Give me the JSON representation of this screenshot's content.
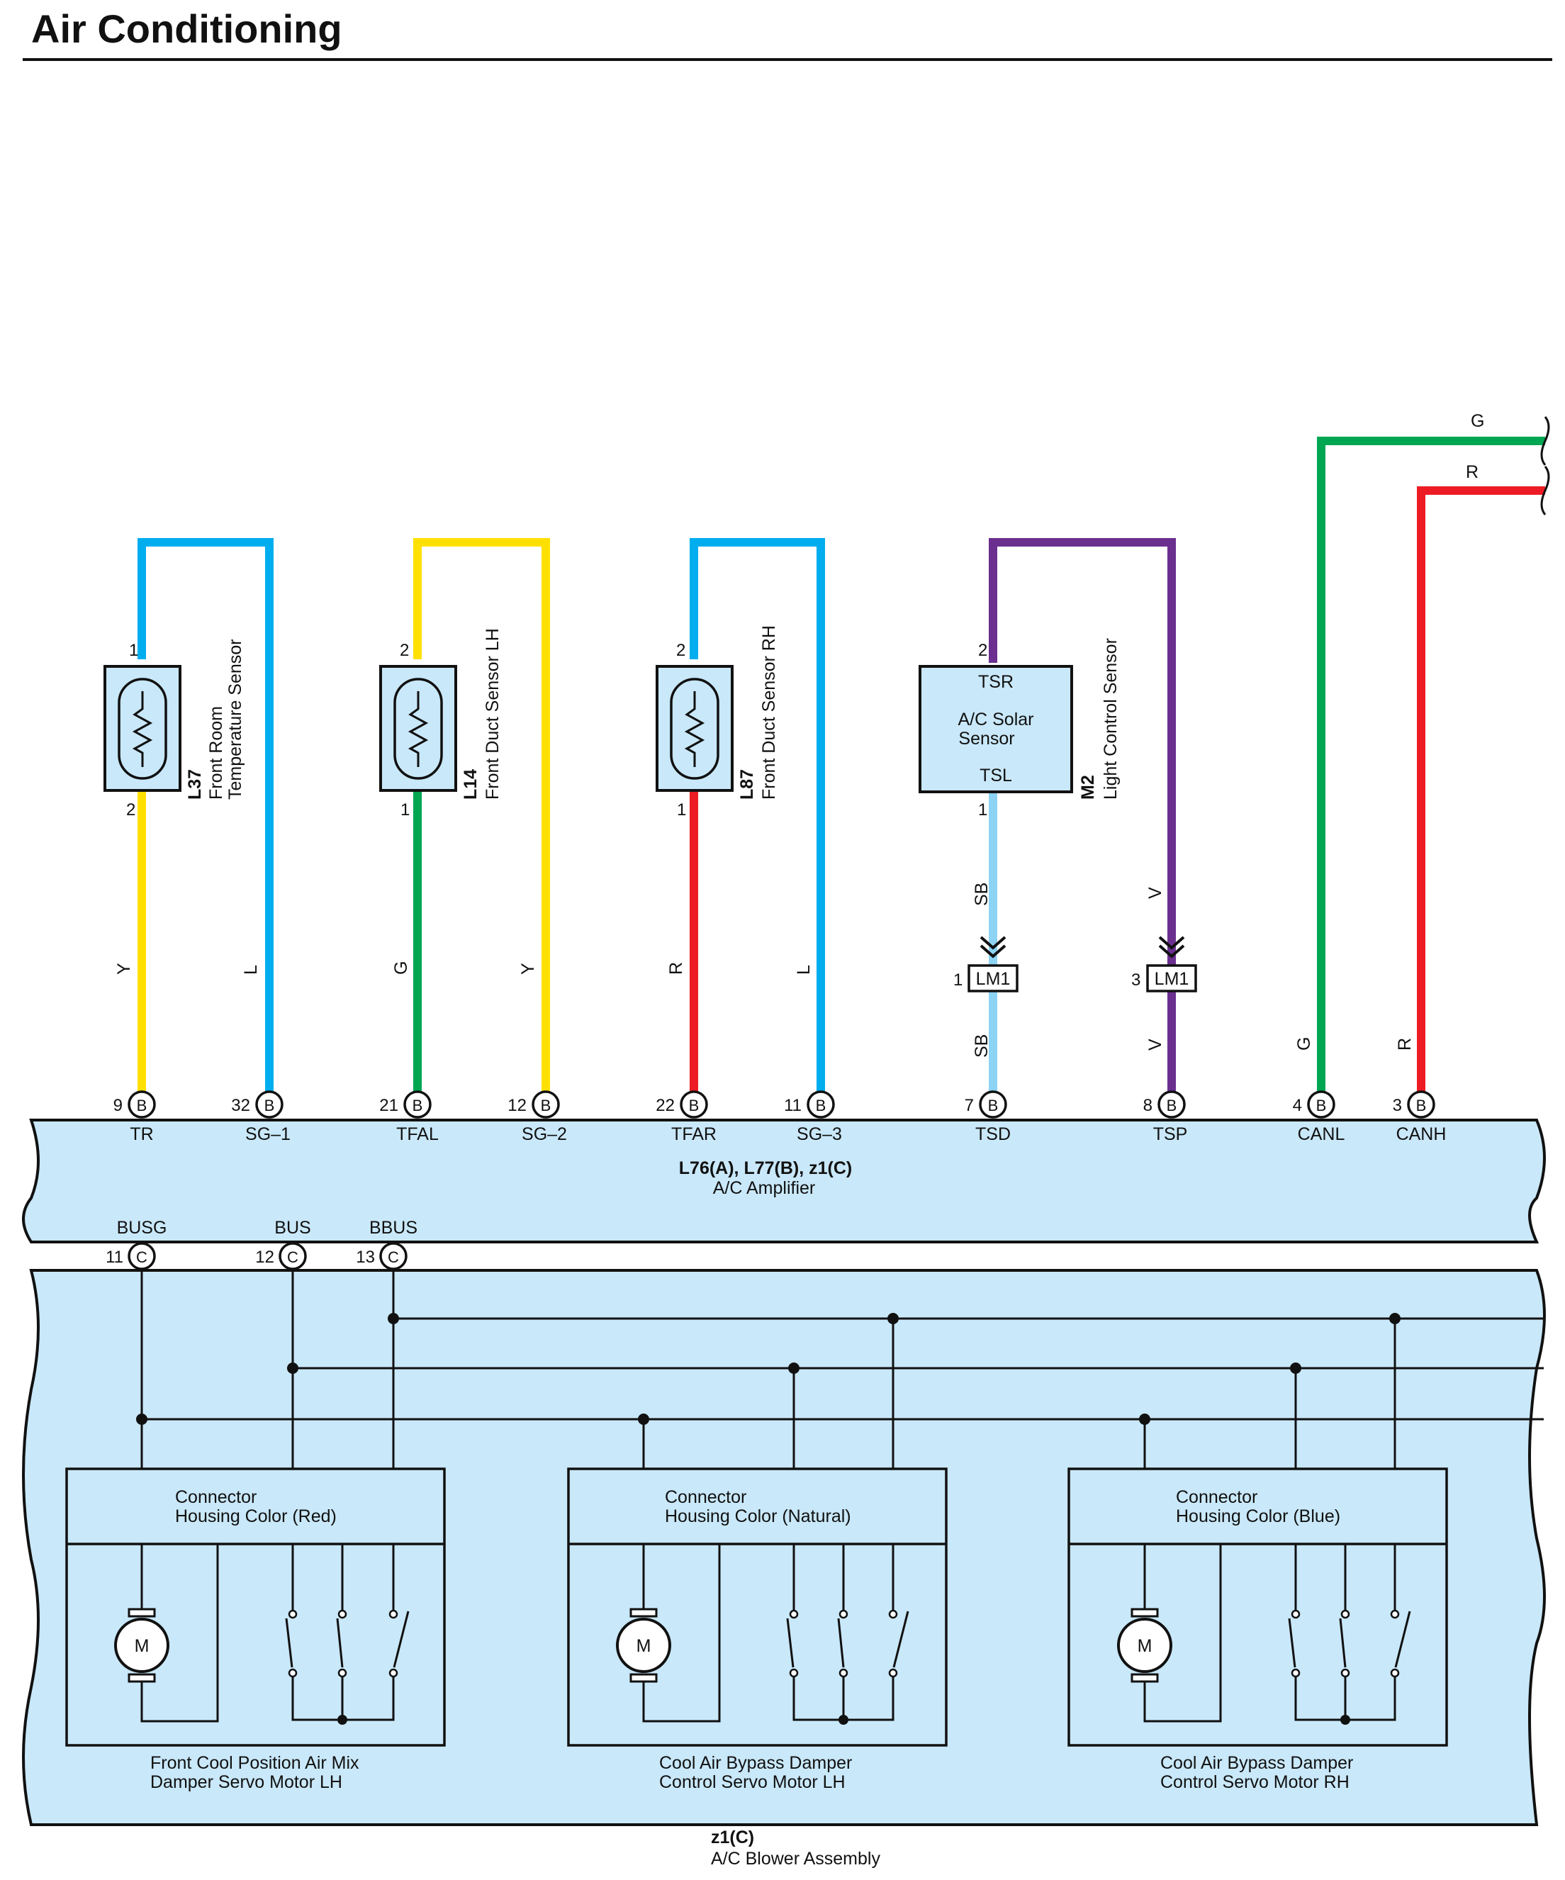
{
  "page": {
    "title": "Air Conditioning"
  },
  "colors": {
    "L": "#00aeef",
    "Y": "#ffe000",
    "G": "#00a651",
    "R": "#ed1c24",
    "SB": "#8dd3f4",
    "V": "#6b2f90",
    "component_fill": "#c9e8f9",
    "outline": "#111111"
  },
  "sensors": [
    {
      "code": "L37",
      "name_line1": "Front Room",
      "name_line2": "Temperature Sensor",
      "top_pin": "1",
      "bottom_pin": "2"
    },
    {
      "code": "L14",
      "name_line1": "Front Duct Sensor LH",
      "name_line2": "",
      "top_pin": "2",
      "bottom_pin": "1"
    },
    {
      "code": "L87",
      "name_line1": "Front Duct Sensor RH",
      "name_line2": "",
      "top_pin": "2",
      "bottom_pin": "1"
    }
  ],
  "solar_sensor": {
    "code": "M2",
    "name": "Light Control Sensor",
    "inner_top": "TSR",
    "inner_mid_1": "A/C Solar",
    "inner_mid_2": "Sensor",
    "inner_bottom": "TSL",
    "top_pin": "2",
    "bottom_pin": "1"
  },
  "junctions": [
    {
      "pin": "1",
      "label": "LM1"
    },
    {
      "pin": "3",
      "label": "LM1"
    }
  ],
  "wires": [
    {
      "color": "Y",
      "pin": "9",
      "conn": "B",
      "terminal": "TR"
    },
    {
      "color": "L",
      "pin": "32",
      "conn": "B",
      "terminal": "SG–1"
    },
    {
      "color": "G",
      "pin": "21",
      "conn": "B",
      "terminal": "TFAL"
    },
    {
      "color": "Y",
      "pin": "12",
      "conn": "B",
      "terminal": "SG–2"
    },
    {
      "color": "R",
      "pin": "22",
      "conn": "B",
      "terminal": "TFAR"
    },
    {
      "color": "L",
      "pin": "11",
      "conn": "B",
      "terminal": "SG–3"
    },
    {
      "color": "SB",
      "pin": "7",
      "conn": "B",
      "terminal": "TSD"
    },
    {
      "color": "V",
      "pin": "8",
      "conn": "B",
      "terminal": "TSP"
    },
    {
      "color": "G",
      "pin": "4",
      "conn": "B",
      "terminal": "CANL"
    },
    {
      "color": "R",
      "pin": "3",
      "conn": "B",
      "terminal": "CANH"
    }
  ],
  "solar_upper_wire_labels": [
    "SB",
    "V"
  ],
  "offpage": [
    "G",
    "R"
  ],
  "amplifier": {
    "code": "L76(A), L77(B), z1(C)",
    "name": "A/C Amplifier"
  },
  "bus_terminals": [
    {
      "name": "BUSG",
      "pin": "11",
      "conn": "C"
    },
    {
      "name": "BUS",
      "pin": "12",
      "conn": "C"
    },
    {
      "name": "BBUS",
      "pin": "13",
      "conn": "C"
    }
  ],
  "motors": [
    {
      "header_1": "Connector",
      "header_2": "Housing Color (Red)",
      "name_1": "Front Cool Position Air Mix",
      "name_2": "Damper Servo Motor LH",
      "symbol": "M"
    },
    {
      "header_1": "Connector",
      "header_2": "Housing Color (Natural)",
      "name_1": "Cool Air Bypass Damper",
      "name_2": "Control Servo Motor LH",
      "symbol": "M"
    },
    {
      "header_1": "Connector",
      "header_2": "Housing Color (Blue)",
      "name_1": "Cool Air Bypass Damper",
      "name_2": "Control Servo Motor RH",
      "symbol": "M"
    }
  ],
  "blower": {
    "code": "z1(C)",
    "name": "A/C Blower Assembly"
  }
}
